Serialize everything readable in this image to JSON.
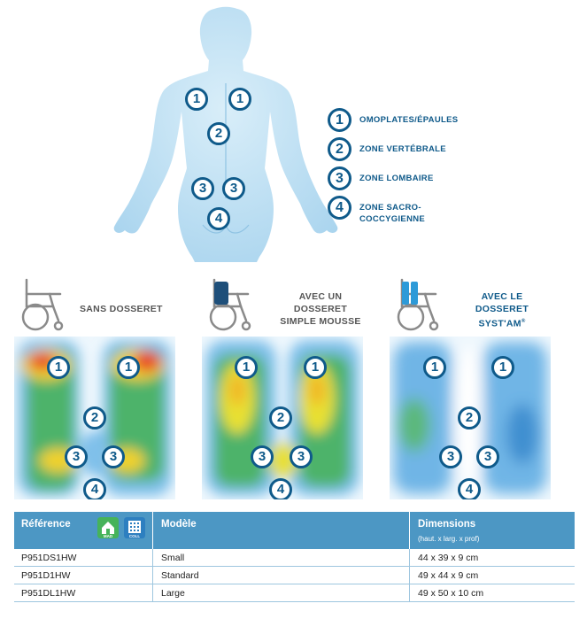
{
  "zones": {
    "shoulders": "1",
    "spine": "2",
    "lumbar": "3",
    "sacral": "4"
  },
  "legend": [
    {
      "num": "1",
      "label": "OMOPLATES/ÉPAULES"
    },
    {
      "num": "2",
      "label": "ZONE VERTÉBRALE"
    },
    {
      "num": "3",
      "label": "ZONE LOMBAIRE"
    },
    {
      "num": "4",
      "label": "ZONE SACRO-COCCYGIENNE"
    }
  ],
  "panels": [
    {
      "title": "SANS DOSSERET"
    },
    {
      "title_line1": "AVEC UN",
      "title_line2": "DOSSERET",
      "title_line3": "SIMPLE MOUSSE"
    },
    {
      "title_line1": "AVEC LE",
      "title_line2": "DOSSERET",
      "title_line3": "SYST'AM",
      "title_sup": "®"
    }
  ],
  "table": {
    "headers": {
      "reference": "Référence",
      "model": "Modèle",
      "dimensions": "Dimensions",
      "dimensions_sub": "(haut. x larg. x prof)"
    },
    "badges": {
      "home": "MAD",
      "coll": "COLL"
    },
    "rows": [
      {
        "reference": "P951DS1HW",
        "model": "Small",
        "dimensions": "44 x 39 x 9 cm"
      },
      {
        "reference": "P951D1HW",
        "model": "Standard",
        "dimensions": "49 x 44 x 9 cm"
      },
      {
        "reference": "P951DL1HW",
        "model": "Large",
        "dimensions": "49 x 50 x 10 cm"
      }
    ]
  },
  "colors": {
    "accent": "#0f5a8a",
    "header": "#4c97c4",
    "body": "#bfe0f3"
  }
}
